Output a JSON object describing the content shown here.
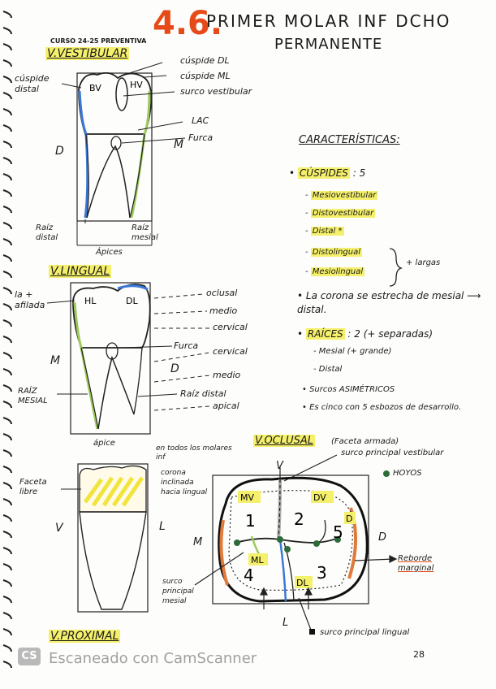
{
  "header": {
    "number": "4.6.",
    "title_line1": "PRIMER MOLAR INF DCHO",
    "title_line2": "PERMANENTE",
    "course": "CURSO 24-25 PREVENTIVA"
  },
  "vestibular": {
    "heading": "V.VESTIBULAR",
    "labels": {
      "cuspide_distal": "cúspide distal",
      "cuspide_dl": "cúspide DL",
      "cuspide_ml": "cúspide ML",
      "surco_vestibular": "surco vestibular",
      "lac": "LAC",
      "furca": "Furca",
      "d": "D",
      "m": "M",
      "raiz_distal": "Raíz distal",
      "raiz_mesial": "Raíz mesial",
      "apices": "Ápices",
      "bv": "BV",
      "hv": "HV"
    }
  },
  "lingual": {
    "heading": "V.LINGUAL",
    "labels": {
      "afilada": "la + afilada",
      "hl": "HL",
      "dl": "DL",
      "oclusal": "oclusal",
      "medio": "medio",
      "cervical": "cervical",
      "furca": "Furca",
      "cervical2": "cervical",
      "d": "D",
      "m": "M",
      "medio2": "medio",
      "raiz_mesial": "RAÍZ MESIAL",
      "raiz_distal": "Raíz distal",
      "apical": "apical",
      "apice": "ápice"
    }
  },
  "characteristics": {
    "title": "CARACTERÍSTICAS:",
    "cuspides_label": "CÚSPIDES",
    "cuspides_count": ": 5",
    "cuspides": [
      "Mesiovestibular",
      "Distovestibular",
      "Distal *",
      "Distolingual",
      "Mesiolingual"
    ],
    "bracket_note": "+ largas",
    "corona_note": "La corona se estrecha de mesial ⟶ distal.",
    "raices_label": "RAÍCES",
    "raices_count": ": 2 (+ separadas)",
    "raices": [
      "Mesial (+ grande)",
      "Distal"
    ],
    "surcos_note": "Surcos ASIMÉTRICOS",
    "cinco_note": "Es cinco con 5 esbozos de desarrollo."
  },
  "oclusal": {
    "heading": "V.OCLUSAL",
    "subheading": "(Faceta armada)",
    "note_molares": "en todos los molares inf",
    "note_corona": "corona inclinada hacia lingual",
    "faceta_libre": "Faceta libre",
    "surco_vestibular": "surco principal vestibular",
    "hoyos": "HOYOS",
    "reborde": "Reborde marginal",
    "surco_mesial": "surco principal mesial",
    "surco_lingual": "surco principal lingual",
    "v": "V",
    "l": "L",
    "m": "M",
    "d": "D",
    "cusps": {
      "mv": "MV",
      "dv": "DV",
      "d": "D",
      "ml": "ML",
      "dl": "DL"
    },
    "numbers": [
      "1",
      "2",
      "3",
      "4",
      "5"
    ]
  },
  "proximal": {
    "heading": "V.PROXIMAL",
    "v": "V",
    "l": "L"
  },
  "footer": {
    "logo": "CS",
    "scanner": "Escaneado con CamScanner",
    "page": "28"
  }
}
